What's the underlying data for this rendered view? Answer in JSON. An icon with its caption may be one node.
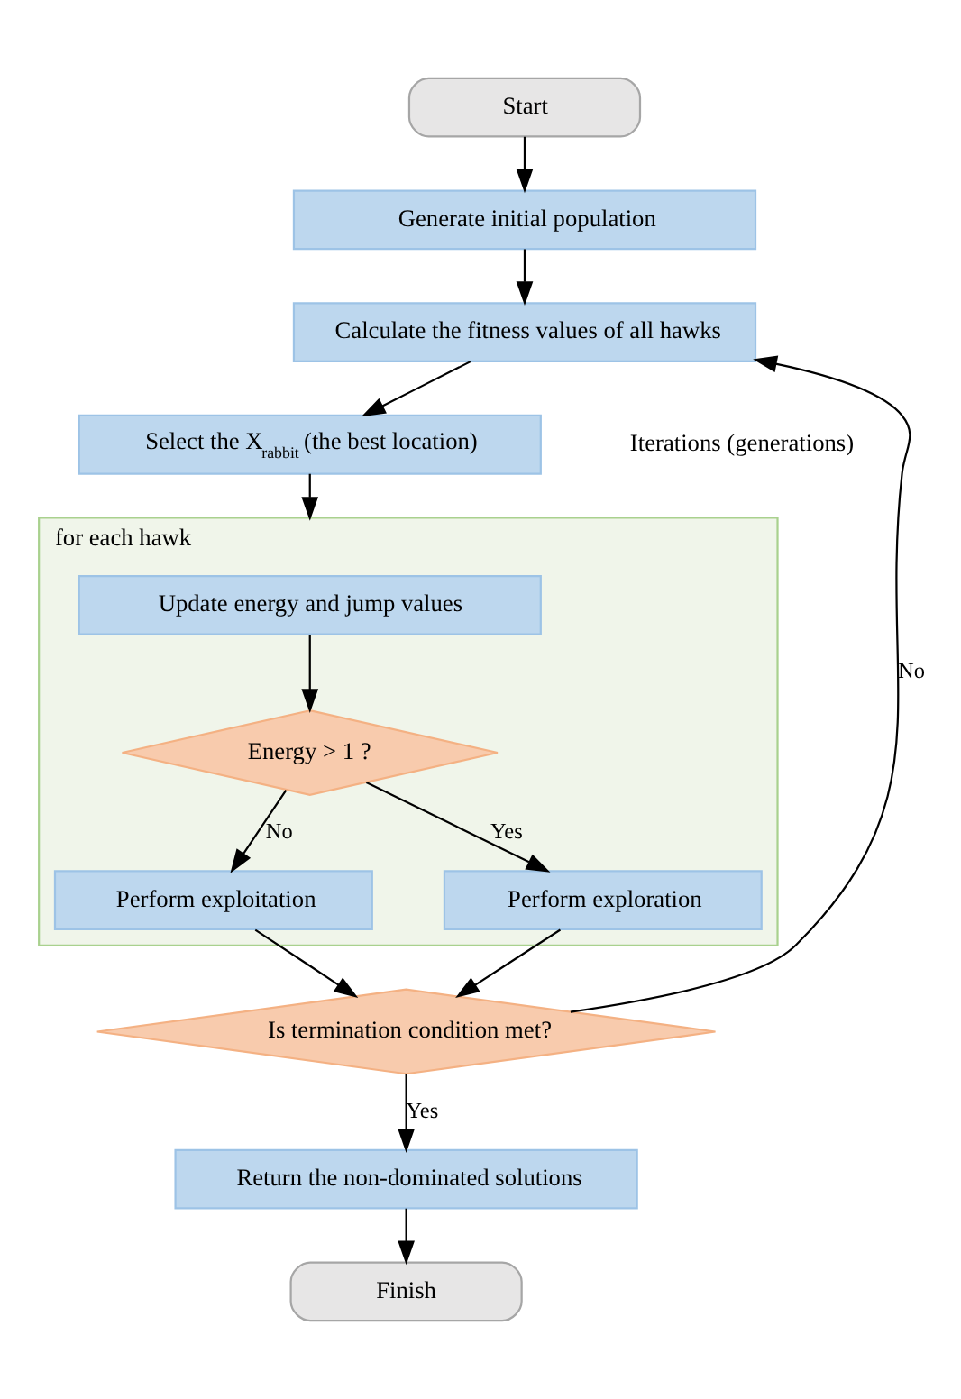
{
  "diagram": {
    "nodes": [
      {
        "text": [
          "Start"
        ]
      },
      {
        "text": [
          "Generate initial population"
        ]
      },
      {
        "text": [
          "Calculate the fitness values of all hawks"
        ]
      },
      {
        "text": [
          "Select the X$_{rabbit}$ (the best location)"
        ]
      },
      {
        "text": [
          "for each hawk"
        ]
      },
      {
        "text": [
          "Update energy and jump values"
        ],
        "in": 4
      },
      {
        "text": [
          "Energy > 1 ?"
        ],
        "in": 4
      },
      {
        "text": [
          "Perform exploitation"
        ],
        "in": 4
      },
      {
        "text": [
          "Perform exploration"
        ],
        "in": 4
      },
      {
        "text": [
          "Is termination condition met?"
        ]
      },
      {
        "text": [
          "Return the non-dominated solutions"
        ]
      },
      {
        "text": [
          "Finish"
        ]
      }
    ],
    "edges": [
      {
        "from": 0,
        "to": 1,
        "arrow": "to"
      },
      {
        "from": 1,
        "to": 2,
        "arrow": "to"
      },
      {
        "from": 2,
        "to": 3,
        "arrow": "to"
      },
      {
        "from": 3,
        "to": 5,
        "arrow": "to"
      },
      {
        "from": 5,
        "to": 6,
        "arrow": "to"
      },
      {
        "from": 6,
        "to": 7,
        "label": "No",
        "arrow": "to"
      },
      {
        "from": 6,
        "to": 8,
        "label": "Yes",
        "arrow": "to"
      },
      {
        "from": 7,
        "to": 9,
        "arrow": "to"
      },
      {
        "from": 8,
        "to": 9,
        "arrow": "to"
      },
      {
        "from": 9,
        "to": 10,
        "label": "Yes",
        "arrow": "to"
      },
      {
        "from": 10,
        "to": 11,
        "arrow": "to"
      },
      {
        "from": 9,
        "to": 2,
        "label": "No",
        "arrow": "to"
      }
    ],
    "labels": [
      "Iterations (generations)"
    ]
  }
}
